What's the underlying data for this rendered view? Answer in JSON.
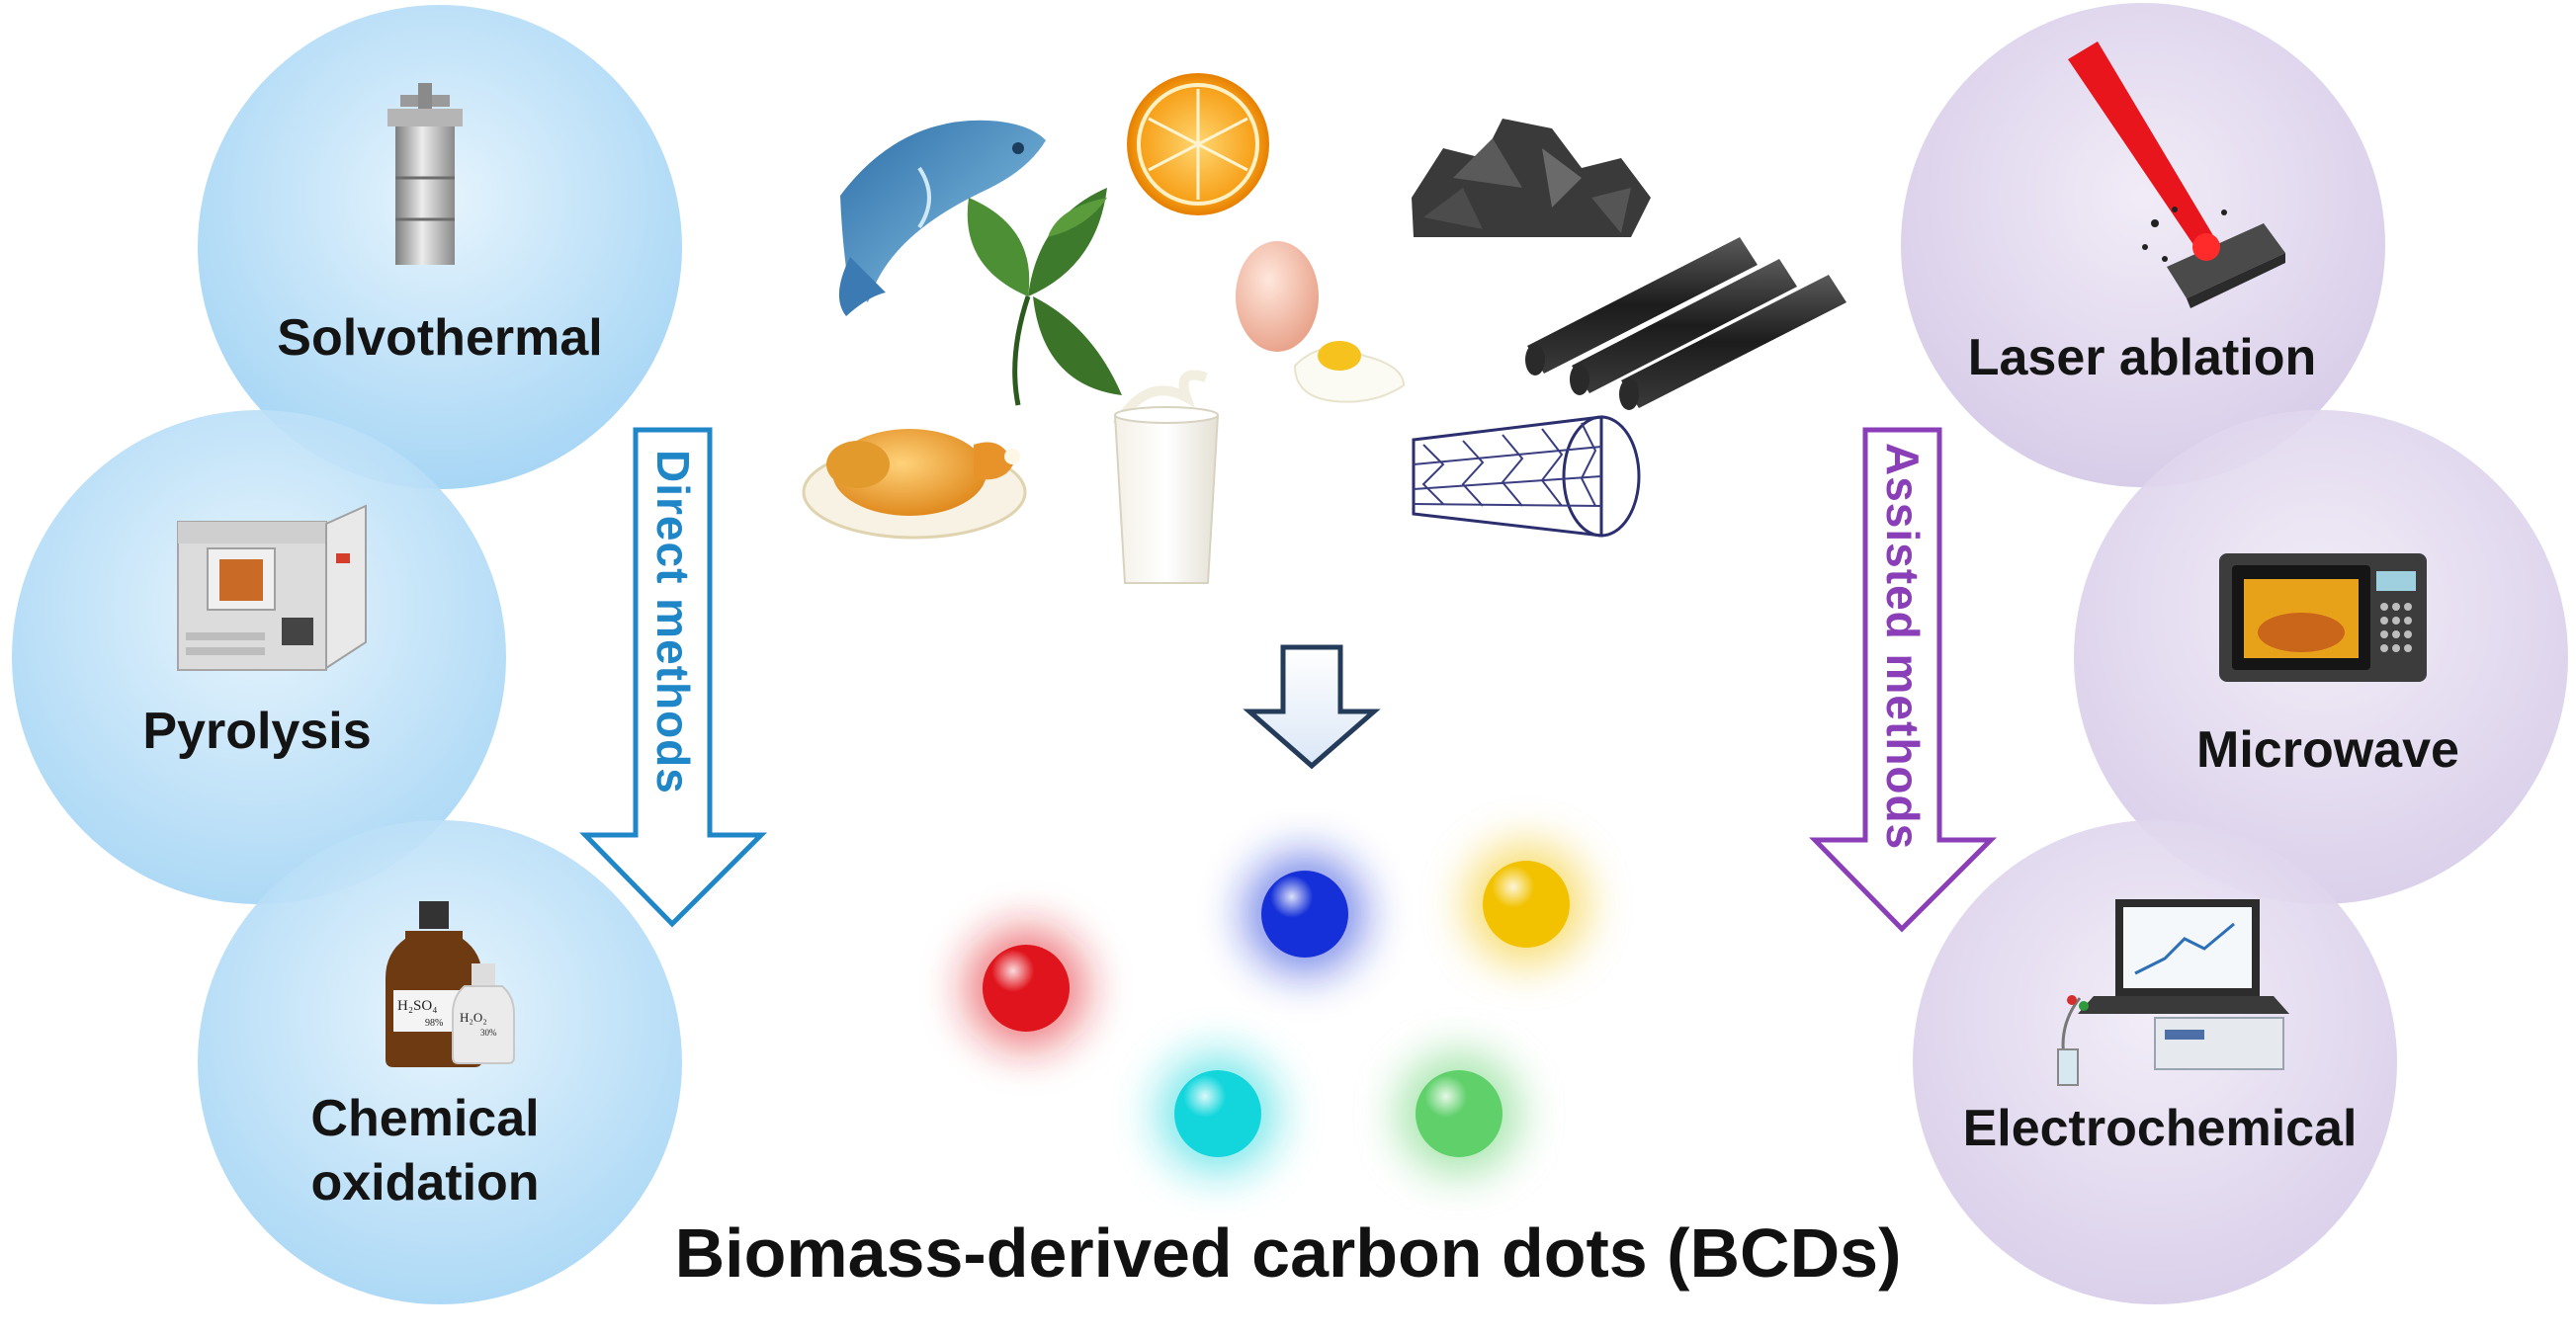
{
  "direct_methods": {
    "arrow_label": "Direct methods",
    "arrow_color": "#1f86c8",
    "items": [
      {
        "label": "Solvothermal",
        "icon": "autoclave-icon"
      },
      {
        "label": "Pyrolysis",
        "icon": "furnace-icon"
      },
      {
        "label": "Chemical\noxidation",
        "icon": "acid-bottles-icon"
      }
    ],
    "acid_labels": {
      "h2so4": "H₂SO₄",
      "h2so4_conc": "98%",
      "h2o2": "H₂O₂",
      "h2o2_conc": "30%"
    }
  },
  "assisted_methods": {
    "arrow_label": "Assisted methods",
    "arrow_color": "#8a3fb8",
    "items": [
      {
        "label": "Laser ablation",
        "icon": "laser-icon"
      },
      {
        "label": "Microwave",
        "icon": "microwave-icon"
      },
      {
        "label": "Electrochemical",
        "icon": "electrochemical-workstation-icon"
      }
    ]
  },
  "biomass_sources": [
    "fish-icon",
    "orange-icon",
    "coal-icon",
    "leaf-icon",
    "egg-icon",
    "graphite-rods-icon",
    "roast-chicken-icon",
    "milk-icon",
    "carbon-nanotube-icon"
  ],
  "down_arrow_icon": "down-arrow-icon",
  "carbon_dots": {
    "colors": [
      "#e0141c",
      "#1530d8",
      "#f2c200",
      "#12d6dc",
      "#5fd06a"
    ]
  },
  "title": "Biomass-derived carbon dots (BCDs)"
}
